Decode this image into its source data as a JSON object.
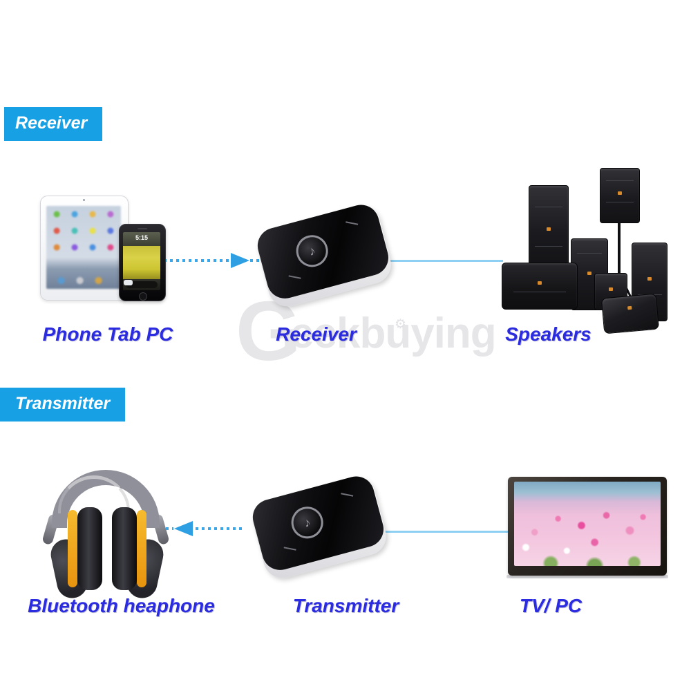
{
  "colors": {
    "badge_blue": "#18a0e4",
    "label_blue": "#2b2be0",
    "dotted_arrow_blue": "#3ba6e8",
    "arrowhead_blue": "#2f9fe4",
    "solid_line_blue": "#8ed0f2",
    "watermark_gray": "#e6e6e9",
    "headphone_orange": "#f0a11c"
  },
  "watermark": {
    "big_letter": "G",
    "rest": "eekbuying",
    "gear_glyph": "⚙"
  },
  "receiver_section": {
    "header": "Receiver",
    "source_label": "Phone Tab PC",
    "device_label": "Receiver",
    "output_label": "Speakers"
  },
  "transmitter_section": {
    "header": "Transmitter",
    "output_label": "Bluetooth heaphone",
    "device_label": "Transmitter",
    "source_label": "TV/ PC"
  },
  "phone": {
    "lock_time": "5:15"
  },
  "adapter": {
    "button_glyph": "♪"
  }
}
